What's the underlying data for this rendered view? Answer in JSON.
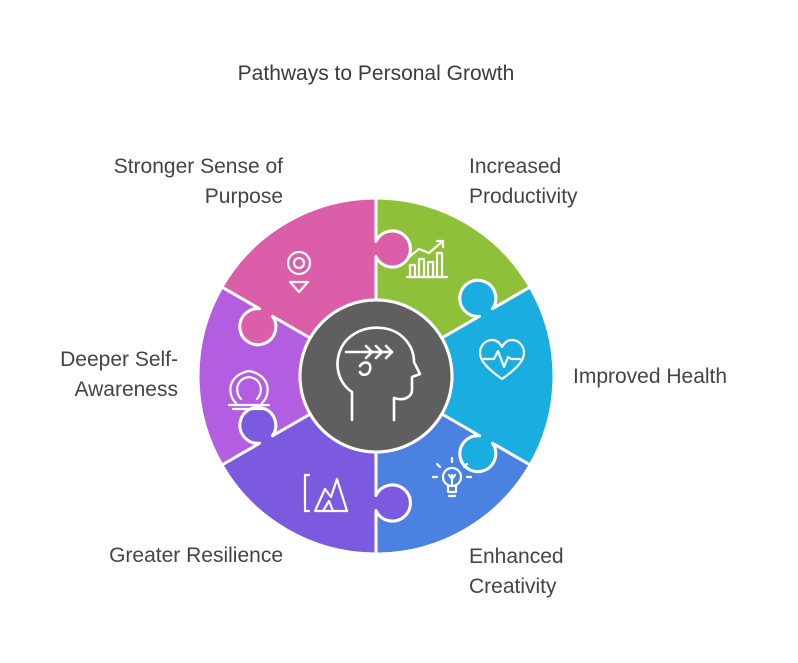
{
  "title": "Pathways to Personal Growth",
  "center": {
    "icon": "head-growth-icon",
    "color": "#5f5f5f"
  },
  "segments": [
    {
      "id": "productivity",
      "lines": [
        "Increased",
        "Productivity"
      ],
      "color": "#8fc03a",
      "icon": "growth-chart-icon"
    },
    {
      "id": "health",
      "lines": [
        "Improved Health"
      ],
      "color": "#1aaee0",
      "icon": "heartbeat-icon"
    },
    {
      "id": "creativity",
      "lines": [
        "Enhanced",
        "Creativity"
      ],
      "color": "#4b82e2",
      "icon": "lightbulb-icon"
    },
    {
      "id": "resilience",
      "lines": [
        "Greater Resilience"
      ],
      "color": "#7b5ae0",
      "icon": "mountain-icon"
    },
    {
      "id": "self-awareness",
      "lines": [
        "Deeper Self-",
        "Awareness"
      ],
      "color": "#b35ee0",
      "icon": "mirror-icon"
    },
    {
      "id": "purpose",
      "lines": [
        "Stronger Sense of",
        "Purpose"
      ],
      "color": "#da5ea8",
      "icon": "target-pin-icon"
    }
  ]
}
